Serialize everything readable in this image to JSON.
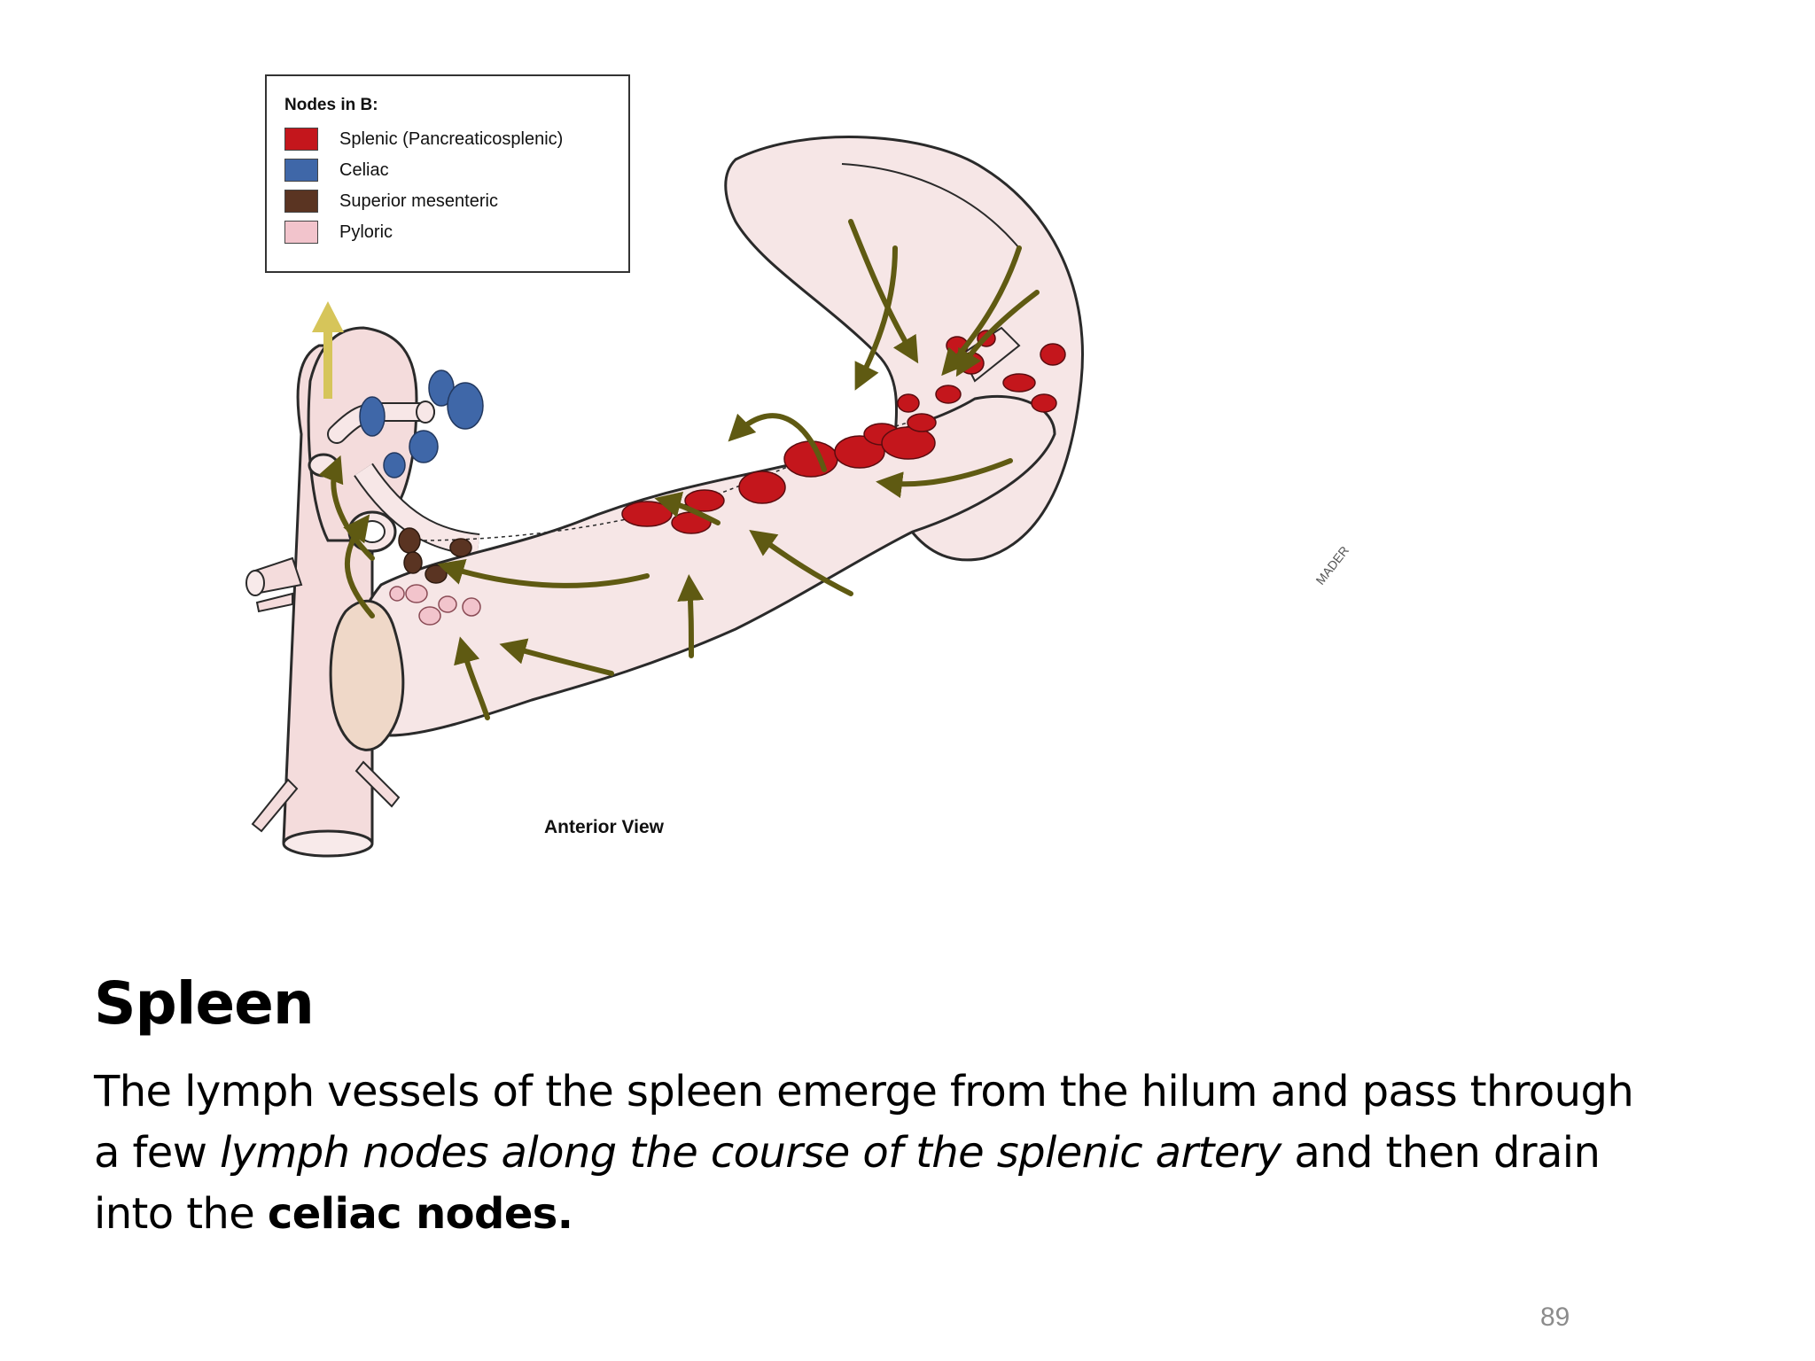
{
  "legend": {
    "title": "Nodes in B:",
    "items": [
      {
        "label": "Splenic (Pancreaticosplenic)",
        "color": "#c4161c"
      },
      {
        "label": "Celiac",
        "color": "#3f67a8"
      },
      {
        "label": "Superior mesenteric",
        "color": "#5a3422"
      },
      {
        "label": "Pyloric",
        "color": "#f2c4cc"
      }
    ]
  },
  "figure": {
    "view_label": "Anterior View",
    "signature": "MADER"
  },
  "slide": {
    "title": "Spleen",
    "body": {
      "part1": "The lymph vessels of the spleen emerge from the hilum and pass through a few ",
      "emphasis": "lymph nodes along the course of the splenic artery",
      "part2": " and then drain into the ",
      "strong": "celiac nodes."
    },
    "page_number": "89"
  },
  "colors": {
    "organ_fill": "#f6e6e6",
    "organ_stroke": "#2a2a2a",
    "arrow": "#5f5a12",
    "upward_arrow": "#d6c55a"
  }
}
